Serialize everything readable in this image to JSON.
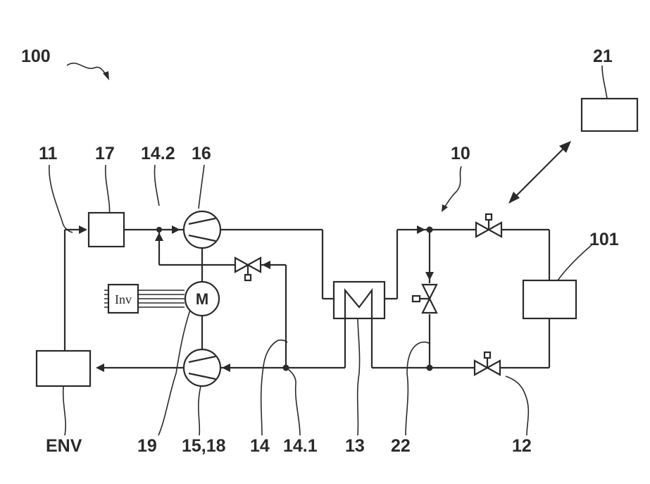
{
  "diagram": {
    "labels": {
      "l100": "100",
      "l21": "21",
      "l11": "11",
      "l17": "17",
      "l14_2": "14.2",
      "l16": "16",
      "l10": "10",
      "l101": "101",
      "lENV": "ENV",
      "l19": "19",
      "l15_18": "15,18",
      "l14": "14",
      "l14_1": "14.1",
      "l13": "13",
      "l22": "22",
      "l12": "12"
    },
    "inverter_text": "Inv",
    "motor_text": "M"
  }
}
